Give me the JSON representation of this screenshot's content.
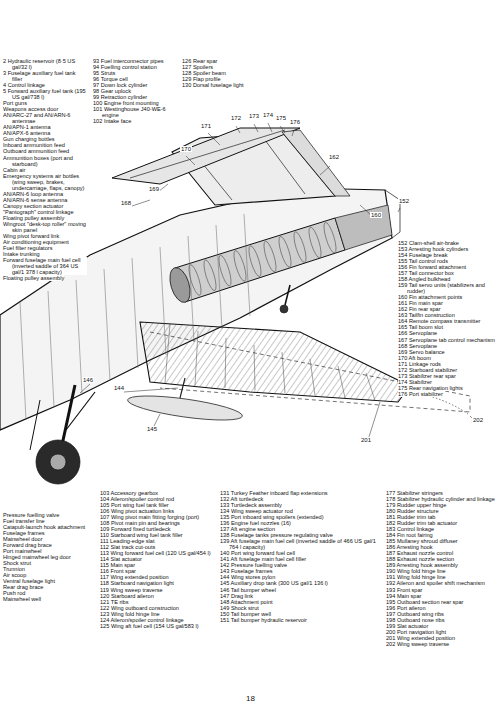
{
  "diagram": {
    "labels": [
      "2 Hydraulic reservoir (8·5 US gal/32 l)",
      "3 Fuselage auxiliary fuel tank filler",
      "4 Control linkage",
      "5 Forward auxiliary fuel tank (195 US gal/738 l)",
      "Port guns",
      "Weapons access door",
      "AN/ARC-27 and AN/ARN-6 antennae",
      "AN/APN-1 antenna",
      "AN/APX-6 antenna",
      "Gun charging bottles",
      "Inboard ammunition feed",
      "Outboard ammunition feed",
      "Ammunition boxes (port and starboard)",
      "Cabin air",
      "Emergency systems air bottles (wing sweep, brakes, undercarriage, flaps, canopy)",
      "AN/ARN-6 loop antenna",
      "AN/ARN-6 sense antenna",
      "Canopy section actuator",
      "\"Pantograph\" control linkage",
      "Floating pulley assembly",
      "Wingroot \"desk-top roller\" moving skin panel",
      "Wing pivot forward link",
      "Air conditioning equipment",
      "Fuel filter regulators",
      "Intake trunking",
      "Forward fuselage main fuel cell (inverted saddle of 364 US gal/1 378 l capacity)",
      "Floating pulley assembly",
      "93 Fuel interconnector pipes",
      "94 Fuelling control station",
      "95 Struts",
      "96 Torque cell",
      "97 Down lock cylinder",
      "98 Gear uplock",
      "99 Retraction cylinder",
      "100 Engine front mounting",
      "101 Westinghouse J40-WE-6 engine",
      "102 Intake face",
      "126 Rear spar",
      "127 Spoilers",
      "128 Spoiler beam",
      "129 Flap profile",
      "130 Dorsal fuselage light",
      "152 Clam-shell air-brake",
      "153 Arresting hook cylinders",
      "154 Fuselage break",
      "155 Tail control rods",
      "156 Fin forward attachment",
      "157 Tail connector box",
      "158 Angled bulkhead",
      "159 Tail servo units (stabilizers and rudder)",
      "160 Fin attachment points",
      "161 Fin main spar",
      "162 Fin rear spar",
      "163 Tailfin construction",
      "164 Remote compass transmitter",
      "165 Tail boom slot",
      "166 Servoplane",
      "167 Servoplane tab control mechanism",
      "168 Servoplane",
      "169 Servo balance",
      "170 Aft boom",
      "171 Linkage rods",
      "172 Starboard stabilizer",
      "173 Stabilizer rear spar",
      "174 Stabilizer",
      "175 Rear navigation lights",
      "176 Port stabilizer",
      "Pressure fuelling valve",
      "Fuel transfer line",
      "Catapult-launch hook attachment",
      "Fuselage frames",
      "Mainwheel door",
      "Forward drag brace",
      "Port mainwheel",
      "Hinged mainwheel leg door",
      "Shock strut",
      "Trunnion",
      "Air scoop",
      "Ventral fuselage light",
      "Rear drag brace",
      "Push rod",
      "Mainwheel well",
      "103 Accessory gearbox",
      "104 Aileron/spoiler control rod",
      "105 Port wing fuel tank filler",
      "106 Wing pivot actuation links",
      "107 Wing pivot main fitting forging (port)",
      "108 Pivot main pin and bearings",
      "109 Forward fixed turtledeck",
      "110 Starboard wing fuel tank filler",
      "111 Leading-edge slat",
      "112 Slat track cut-outs",
      "113 Wing forward fuel cell (120 US gal/454 l)",
      "114 Slat actuator",
      "115 Main spar",
      "116 Front spar",
      "117 Wing extended position",
      "118 Starboard navigation light",
      "119 Wing sweep traverse",
      "120 Starboard aileron",
      "121 TE ribs",
      "122 Wing outboard construction",
      "123 Wing fold hinge line",
      "124 Aileron/spoiler control linkage",
      "125 Wing aft fuel cell (154 US gal/583 l)",
      "131 Turkey Feather inboard flap extensions",
      "132 Aft turtledeck",
      "133 Turtledeck assembly",
      "134 Wing sweep actuator rod",
      "135 Port inboard wing spoilers (extended)",
      "136 Engine fuel nozzles (16)",
      "137 Aft engine section",
      "138 Fuselage tanks pressure regulating valve",
      "139 Aft fuselage main fuel cell (inverted saddle of 466 US gal/1 764 l capacity)",
      "140 Port wing forward fuel cell",
      "141 Aft fuselage main fuel cell filler",
      "142 Pressure fuelling valve",
      "143 Fuselage frames",
      "144 Wing stores pylon",
      "145 Auxiliary drop tank (300 US gal/1 136 l)",
      "146 Tail bumper wheel",
      "147 Drag link",
      "148 Attachment point",
      "149 Shock strut",
      "150 Tail bumper well",
      "151 Tail bumper hydraulic reservoir",
      "177 Stabilizer stringers",
      "178 Stabilizer hydraulic cylinder and linkage",
      "179 Rudder upper hinge",
      "180 Rudder structure",
      "181 Rudder trim tab",
      "182 Rudder trim tab actuator",
      "183 Control linkage",
      "184 Fin root fairing",
      "185 Mullaney shroud diffuser",
      "186 Arresting hook",
      "187 Exhaust nozzle control",
      "188 Exhaust nozzle section",
      "189 Arresting hook assembly",
      "190 Wing fold hinge line",
      "191 Wing fold hinge line",
      "192 Aileron and spoiler shift mechanism",
      "193 Front spar",
      "194 Main spar",
      "195 Outboard section rear spar",
      "196 Port aileron",
      "197 Outboard wing ribs",
      "198 Outboard nose ribs",
      "199 Slat actuator",
      "200 Port navigation light",
      "201 Wing extended position",
      "202 Wing sweep traverse",
      "18",
      "170",
      "171",
      "172",
      "173",
      "174",
      "175",
      "176",
      "169",
      "168",
      "162",
      "160",
      "152",
      "146",
      "144",
      "145",
      "201",
      "202"
    ]
  }
}
